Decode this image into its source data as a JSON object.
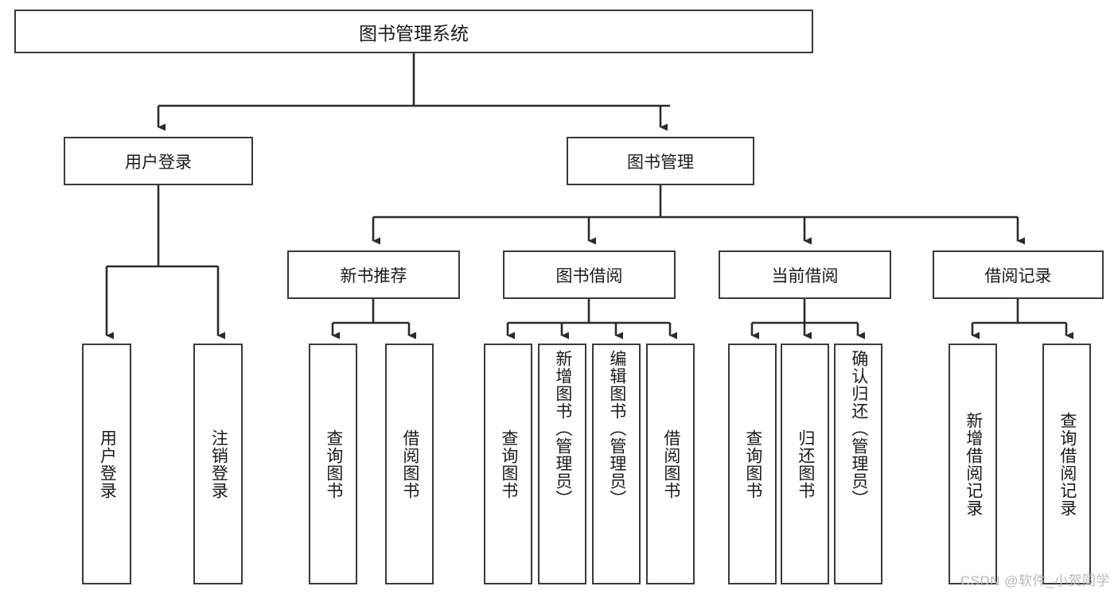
{
  "diagram": {
    "type": "tree-hierarchy-flowchart",
    "title": "图书管理系统",
    "root": {
      "id": "root",
      "label": "图书管理系统"
    },
    "level1": [
      {
        "id": "user-login",
        "label": "用户登录"
      },
      {
        "id": "book-management",
        "label": "图书管理"
      }
    ],
    "level2": [
      {
        "id": "new-book-recommend",
        "label": "新书推荐",
        "parent": "book-management"
      },
      {
        "id": "book-borrow",
        "label": "图书借阅",
        "parent": "book-management"
      },
      {
        "id": "current-borrow",
        "label": "当前借阅",
        "parent": "book-management"
      },
      {
        "id": "borrow-record",
        "label": "借阅记录",
        "parent": "book-management"
      }
    ],
    "leaves": {
      "user_login": [
        {
          "id": "leaf-user-login",
          "label": "用户登录"
        },
        {
          "id": "leaf-logout",
          "label": "注销登录"
        }
      ],
      "new_book_recommend": [
        {
          "id": "leaf-query-book-1",
          "label": "查询图书"
        },
        {
          "id": "leaf-borrow-book-1",
          "label": "借阅图书"
        }
      ],
      "book_borrow": [
        {
          "id": "leaf-query-book-2",
          "label": "查询图书"
        },
        {
          "id": "leaf-add-book",
          "label": "新增图书（管理员）"
        },
        {
          "id": "leaf-edit-book",
          "label": "编辑图书（管理员）"
        },
        {
          "id": "leaf-borrow-book-2",
          "label": "借阅图书"
        }
      ],
      "current_borrow": [
        {
          "id": "leaf-query-book-3",
          "label": "查询图书"
        },
        {
          "id": "leaf-return-book",
          "label": "归还图书"
        },
        {
          "id": "leaf-confirm-return",
          "label": "确认归还（管理员）"
        }
      ],
      "borrow_record": [
        {
          "id": "leaf-add-record",
          "label": "新增借阅记录"
        },
        {
          "id": "leaf-query-record",
          "label": "查询借阅记录"
        }
      ]
    },
    "colors": {
      "background": "#ffffff",
      "box_border": "#3a3a3a",
      "box_fill": "#ffffff",
      "edge": "#2b2b2b",
      "text": "#1a1a1a",
      "watermark": "#b9b9b9"
    }
  },
  "watermark": {
    "text": "CSDN @软件_小贺同学"
  }
}
